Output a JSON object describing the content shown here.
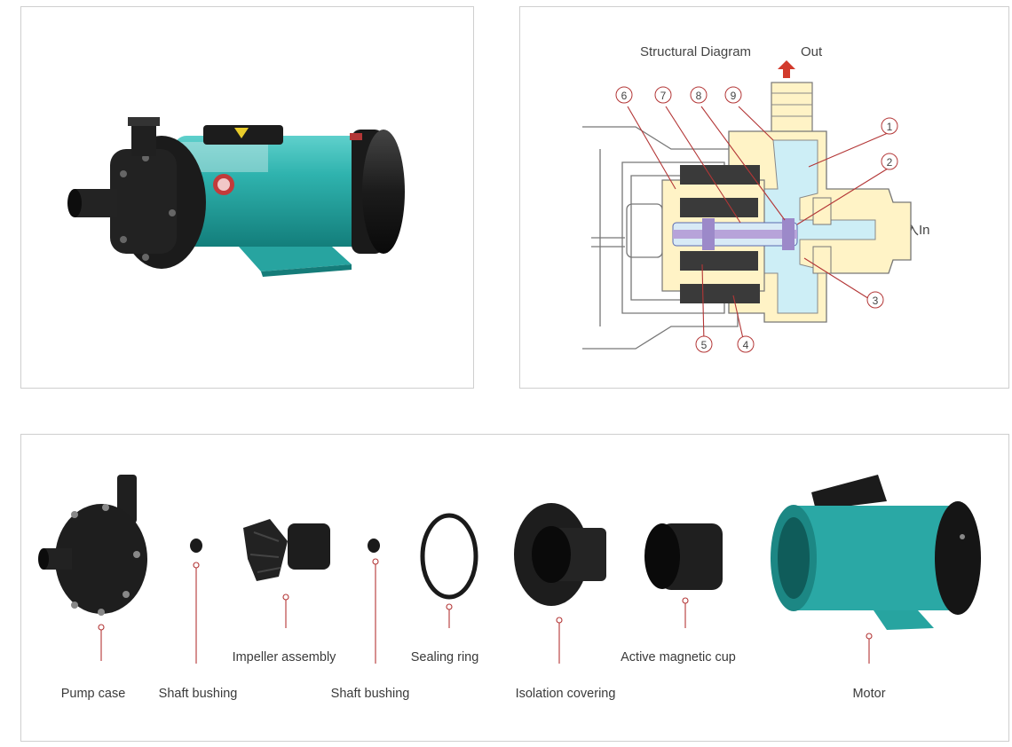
{
  "diagram": {
    "title": "Structural Diagram",
    "outlet": "Out",
    "inlet": "入In",
    "numbers": [
      "1",
      "2",
      "3",
      "4",
      "5",
      "6",
      "7",
      "8",
      "9"
    ]
  },
  "parts": {
    "pump_case": "Pump case",
    "shaft_bushing_1": "Shaft bushing",
    "impeller": "Impeller assembly",
    "shaft_bushing_2": "Shaft bushing",
    "sealing_ring": "Sealing ring",
    "isolation": "Isolation covering",
    "magnetic_cup": "Active magnetic cup",
    "motor": "Motor"
  },
  "colors": {
    "pump_teal": "#2aa8a5",
    "leader_red": "#b33636",
    "liquid_yellow": "#fff3c6",
    "liquid_blue": "#cdeef6",
    "magnet_dark": "#3a3a3a"
  }
}
